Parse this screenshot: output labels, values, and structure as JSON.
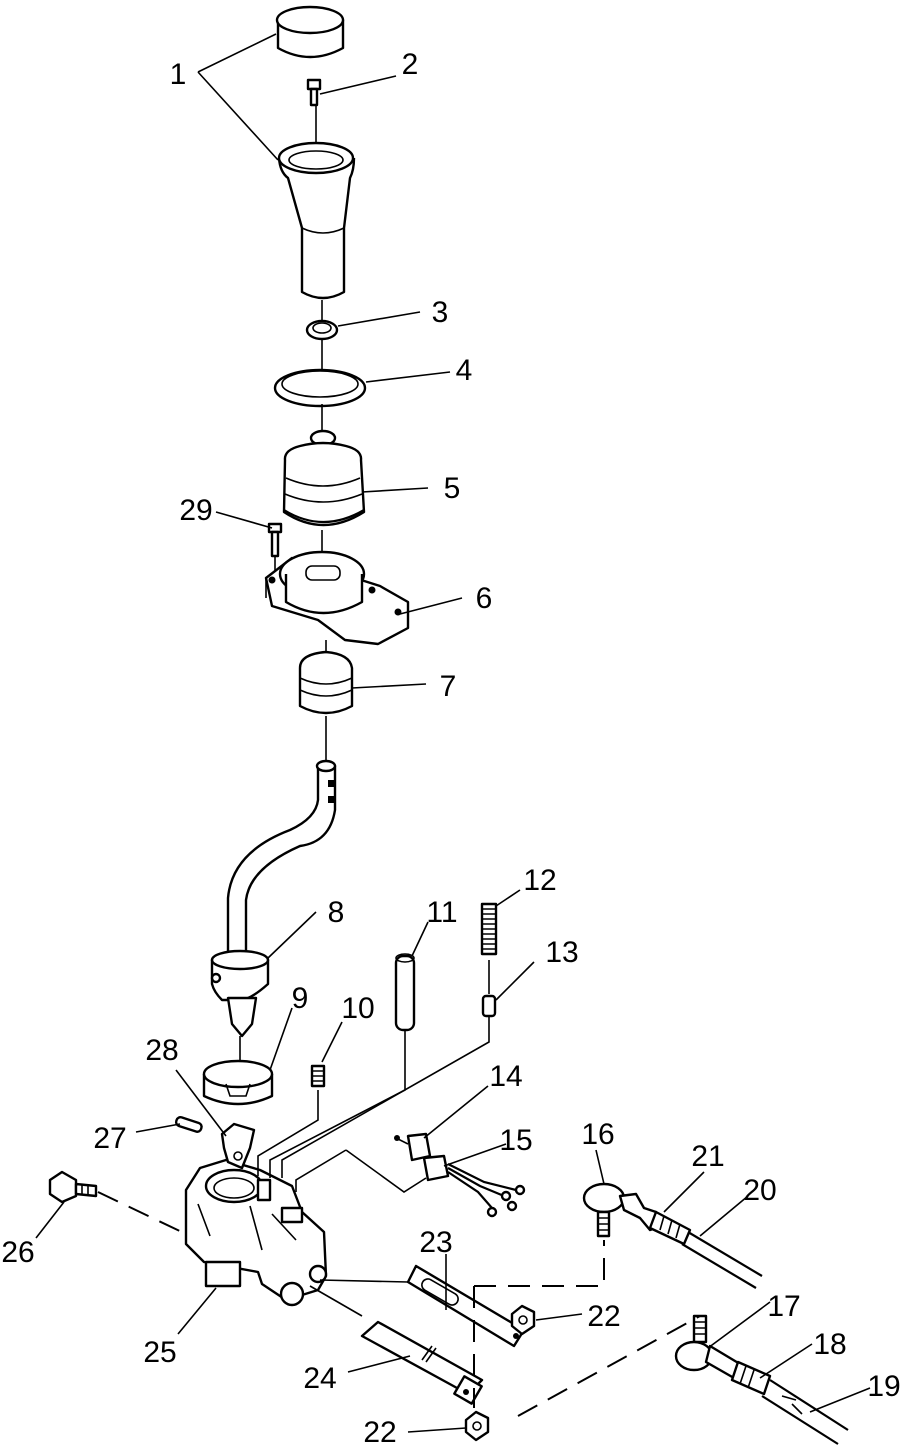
{
  "callouts": [
    "1",
    "2",
    "3",
    "4",
    "5",
    "6",
    "7",
    "8",
    "9",
    "10",
    "11",
    "12",
    "13",
    "14",
    "15",
    "16",
    "17",
    "18",
    "19",
    "20",
    "21",
    "22",
    "22",
    "23",
    "24",
    "25",
    "26",
    "27",
    "28",
    "29"
  ]
}
